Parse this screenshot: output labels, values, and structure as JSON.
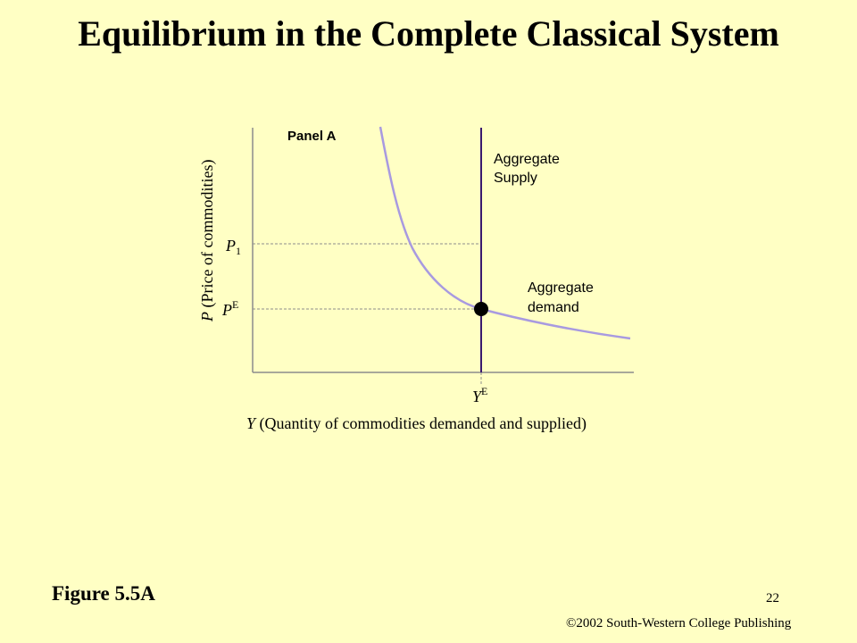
{
  "slide": {
    "title": "Equilibrium in the Complete Classical System",
    "figure_label": "Figure 5.5A",
    "slide_number": "22",
    "copyright": "©2002 South-Western College Publishing"
  },
  "colors": {
    "background": "#FFFFC4",
    "aggregate_supply": "#3A1A6E",
    "aggregate_demand": "#A89AE0",
    "axes": "#8C8C8C",
    "guides": "#8C8C8C",
    "text": "#000000"
  },
  "diagram": {
    "panel_label": "Panel A",
    "y_axis_label_var": "P",
    "y_axis_label_rest": " (Price of commodities)",
    "x_axis_label_var": "Y",
    "x_axis_label_rest": " (Quantity of commodities demanded and supplied)",
    "ye_label": "Y",
    "ye_sup": "E",
    "pe_label": "P",
    "pe_sup": "E",
    "p1_label": "P",
    "p1_sub": "1",
    "as_label_line1": "Aggregate",
    "as_label_line2": "Supply",
    "ad_label_line1": "Aggregate",
    "ad_label_line2": "demand",
    "equilibrium_icon": "filled-circle"
  }
}
